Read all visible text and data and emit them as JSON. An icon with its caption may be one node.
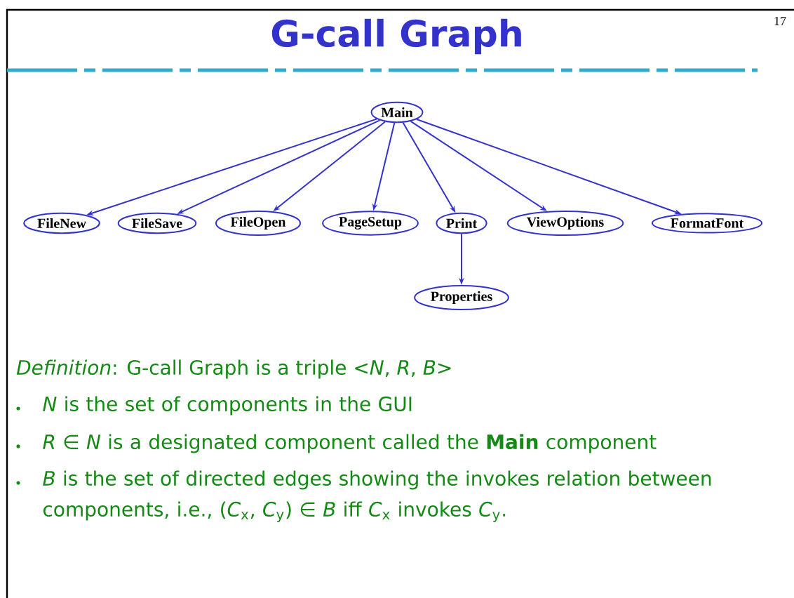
{
  "diagram": {
    "title": "G-call Graph",
    "nodes": [
      {
        "text": [
          "Main"
        ]
      },
      {
        "text": [
          "FileNew"
        ]
      },
      {
        "text": [
          "FileSave"
        ]
      },
      {
        "text": [
          "FileOpen"
        ]
      },
      {
        "text": [
          "PageSetup"
        ]
      },
      {
        "text": [
          "Print"
        ]
      },
      {
        "text": [
          "ViewOptions"
        ]
      },
      {
        "text": [
          "FormatFont"
        ]
      },
      {
        "text": [
          "Properties"
        ]
      }
    ],
    "edges": [
      {
        "from": 0,
        "to": 1,
        "arrow": "to"
      },
      {
        "from": 0,
        "to": 2,
        "arrow": "to"
      },
      {
        "from": 0,
        "to": 3,
        "arrow": "to"
      },
      {
        "from": 0,
        "to": 4,
        "arrow": "to"
      },
      {
        "from": 0,
        "to": 5,
        "arrow": "to"
      },
      {
        "from": 0,
        "to": 6,
        "arrow": "to"
      },
      {
        "from": 0,
        "to": 7,
        "arrow": "to"
      },
      {
        "from": 5,
        "to": 8,
        "arrow": "to"
      }
    ],
    "labels": [
      "17",
      "*Definition*: G-call Graph is a triple <*N*, *R*, *B*>",
      "*N* is the set of components in the GUI",
      "*R* ∈ *N* is a designated component called the **Main** component",
      "*B* is the set of directed edges showing the invokes relation between components, i.e., (*C*$_{x}$, *C*$_{y}$) ∈ *B* iff *C*$_{x}$ invokes *C*$_{y}$."
    ]
  }
}
